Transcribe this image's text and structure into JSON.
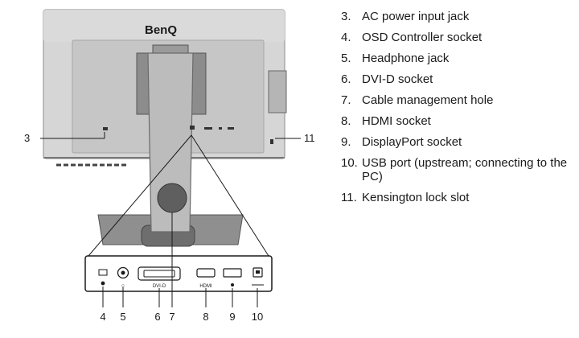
{
  "brand": "BenQ",
  "legend": [
    {
      "num": "3.",
      "text": "AC power input jack"
    },
    {
      "num": "4.",
      "text": "OSD Controller socket"
    },
    {
      "num": "5.",
      "text": "Headphone jack"
    },
    {
      "num": "6.",
      "text": "DVI-D socket"
    },
    {
      "num": "7.",
      "text": "Cable management hole"
    },
    {
      "num": "8.",
      "text": "HDMI socket"
    },
    {
      "num": "9.",
      "text": "DisplayPort socket"
    },
    {
      "num": "10.",
      "text": "USB port (upstream; connecting to the PC)"
    },
    {
      "num": "11.",
      "text": "Kensington lock slot"
    }
  ],
  "callouts": {
    "left_3": "3",
    "right_11": "11",
    "bottom": [
      "4",
      "5",
      "6",
      "7",
      "8",
      "9",
      "10"
    ]
  },
  "panel_labels": {
    "dvi": "DVI-D",
    "hdmi": "HDMI"
  },
  "colors": {
    "monitor_light": "#d9d9d9",
    "monitor_mid": "#c8c8c8",
    "monitor_dark": "#8c8c8c",
    "stand_dark": "#6e6e6e",
    "line": "#1a1a1a"
  }
}
